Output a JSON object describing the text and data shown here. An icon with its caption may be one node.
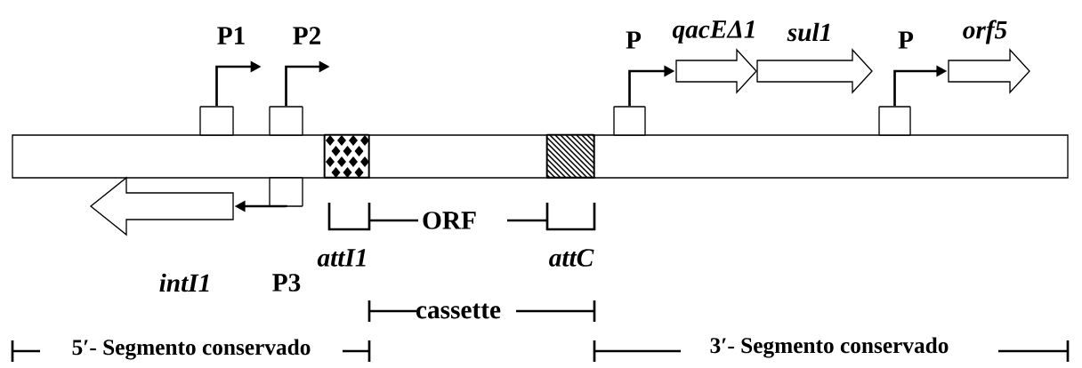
{
  "diagram": {
    "nodes": [
      {
        "text": [],
        "shape": "bar"
      },
      {
        "text": [],
        "shape": "box",
        "in": 0
      },
      {
        "text": [],
        "shape": "box",
        "in": 0
      },
      {
        "text": [],
        "shape": "box",
        "beside": [
          "P1"
        ]
      },
      {
        "text": [],
        "shape": "box",
        "beside": [
          "P2"
        ]
      },
      {
        "text": [],
        "shape": "box",
        "beside": [
          "P3"
        ]
      },
      {
        "text": [],
        "shape": "box"
      },
      {
        "text": [],
        "shape": "box"
      },
      {
        "text": [
          "qacEΔ1"
        ]
      },
      {
        "text": [
          "sul1"
        ]
      },
      {
        "text": [
          "orf5"
        ]
      },
      {
        "text": [
          "intI1"
        ]
      }
    ],
    "edges": [
      {
        "from": 3,
        "to": null,
        "arrow": "to"
      },
      {
        "from": 4,
        "to": null,
        "arrow": "to"
      },
      {
        "from": 5,
        "to": 11,
        "arrow": "to"
      },
      {
        "from": 6,
        "to": 8,
        "arrow": "to"
      },
      {
        "from": 7,
        "to": 10,
        "arrow": "to"
      }
    ],
    "labels": [
      "P",
      "P",
      "attI1",
      "ORF",
      "attC",
      "cassette",
      "5′- Segmento conservado",
      "3′- Segmento conservado"
    ]
  }
}
